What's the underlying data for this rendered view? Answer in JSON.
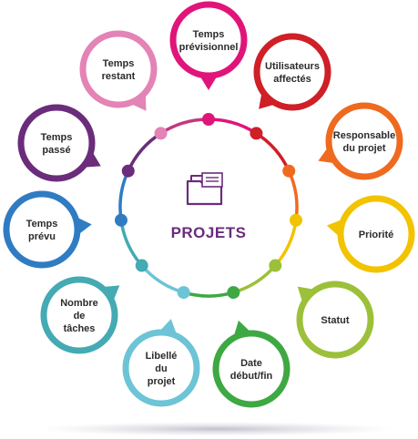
{
  "center": {
    "title": "PROJETS",
    "icon": "folder-stack-icon",
    "icon_color": "#6a2c7b"
  },
  "ring_colors": [
    "#e0157a",
    "#cf1f27",
    "#ef6a1f",
    "#f2c300",
    "#9cc03a",
    "#3ea842",
    "#6cc4d6",
    "#44aab3",
    "#2f7cc2",
    "#6a2c7b",
    "#c4387e"
  ],
  "nodes": [
    {
      "id": "temps-previsionnel",
      "lines": [
        "Temps",
        "prévisionnel"
      ],
      "color": "#e0157a"
    },
    {
      "id": "utilisateurs-affectes",
      "lines": [
        "Utilisateurs",
        "affectés"
      ],
      "color": "#cf1f27"
    },
    {
      "id": "responsable-du-projet",
      "lines": [
        "Responsable",
        "du projet"
      ],
      "color": "#ef6a1f"
    },
    {
      "id": "priorite",
      "lines": [
        "Priorité"
      ],
      "color": "#f2c300"
    },
    {
      "id": "statut",
      "lines": [
        "Statut"
      ],
      "color": "#9cc03a"
    },
    {
      "id": "date-debut-fin",
      "lines": [
        "Date",
        "début/fin"
      ],
      "color": "#3ea842"
    },
    {
      "id": "libelle-du-projet",
      "lines": [
        "Libellé",
        "du",
        "projet"
      ],
      "color": "#6cc4d6"
    },
    {
      "id": "nombre-de-taches",
      "lines": [
        "Nombre",
        "de",
        "tâches"
      ],
      "color": "#44aab3"
    },
    {
      "id": "temps-prevu",
      "lines": [
        "Temps",
        "prévu"
      ],
      "color": "#2f7cc2"
    },
    {
      "id": "temps-passe",
      "lines": [
        "Temps",
        "passé"
      ],
      "color": "#6a2c7b"
    },
    {
      "id": "temps-restant",
      "lines": [
        "Temps",
        "restant"
      ],
      "color": "#e383b6"
    }
  ]
}
